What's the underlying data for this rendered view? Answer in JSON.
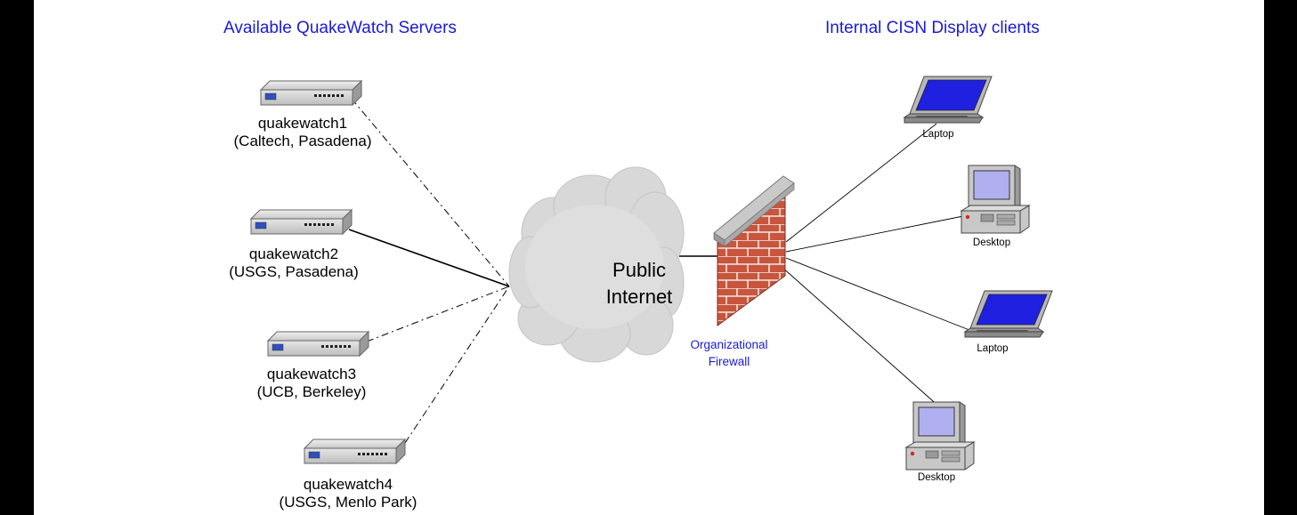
{
  "headings": {
    "servers": "Available QuakeWatch Servers",
    "clients": "Internal CISN Display clients"
  },
  "servers": [
    {
      "name": "quakewatch1",
      "location": "(Caltech, Pasadena)"
    },
    {
      "name": "quakewatch2",
      "location": "(USGS, Pasadena)"
    },
    {
      "name": "quakewatch3",
      "location": "(UCB, Berkeley)"
    },
    {
      "name": "quakewatch4",
      "location": "(USGS, Menlo Park)"
    }
  ],
  "cloud": {
    "line1": "Public",
    "line2": "Internet"
  },
  "firewall": {
    "line1": "Organizational",
    "line2": "Firewall"
  },
  "clients": [
    {
      "label": "Laptop",
      "icon": "laptop-icon"
    },
    {
      "label": "Desktop",
      "icon": "desktop-icon"
    },
    {
      "label": "Laptop",
      "icon": "laptop-icon"
    },
    {
      "label": "Desktop",
      "icon": "desktop-icon"
    }
  ],
  "colors": {
    "heading": "#1a1ad9",
    "brick": "#c8553d",
    "screen": "#2020e0",
    "cloud": "#d8d8d8"
  }
}
